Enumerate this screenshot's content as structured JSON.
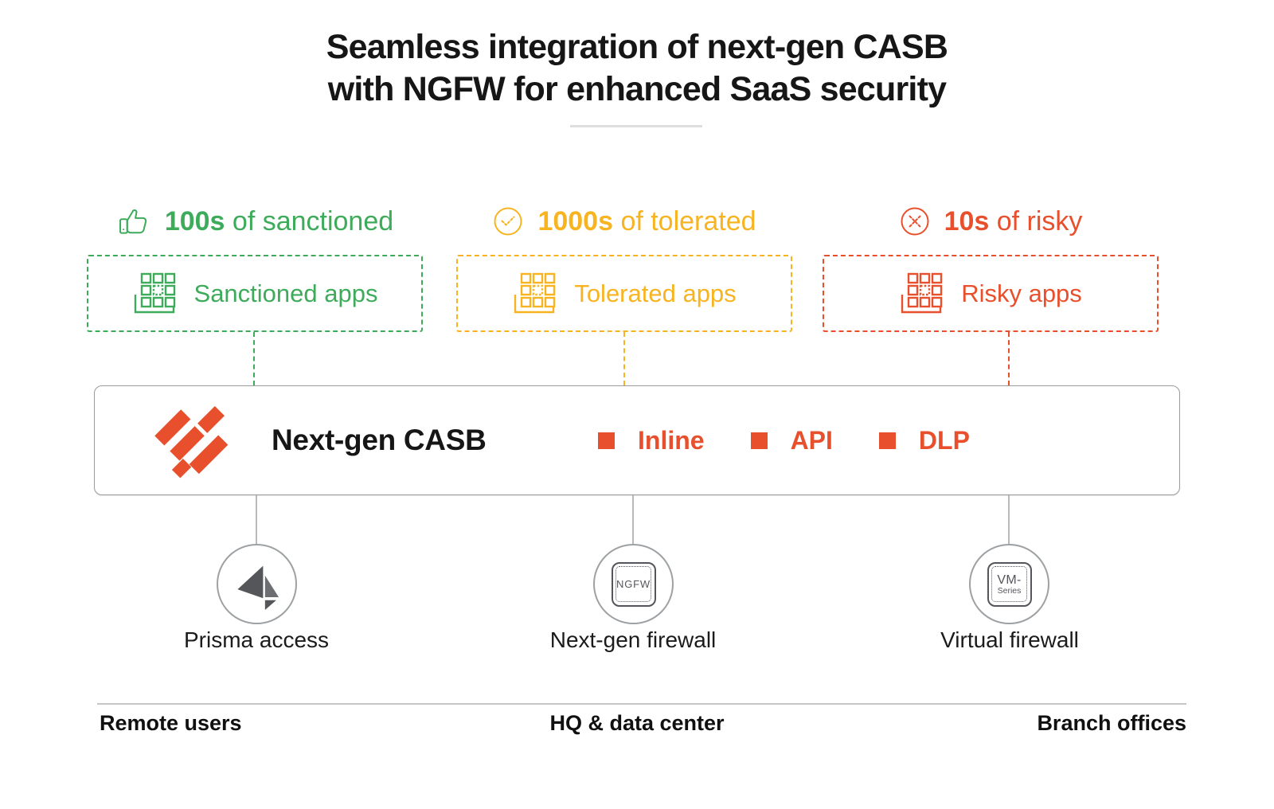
{
  "title": {
    "line1": "Seamless integration of next-gen CASB",
    "line2": "with NGFW for enhanced SaaS security"
  },
  "colors": {
    "green": "#3EAB5B",
    "amber": "#F7B420",
    "orange": "#E8502D",
    "dark": "#161616",
    "bordergray": "#9B9B9B",
    "nodegray": "#55565B"
  },
  "categories": [
    {
      "icon": "thumbs-up-icon",
      "count": "100s",
      "label": "of sanctioned",
      "box_label": "Sanctioned apps"
    },
    {
      "icon": "check-circle-icon",
      "count": "1000s",
      "label": "of tolerated",
      "box_label": "Tolerated apps"
    },
    {
      "icon": "cross-circle-icon",
      "count": "10s",
      "label": "of risky",
      "box_label": "Risky apps"
    }
  ],
  "casb_bar": {
    "logo": "palo-alto-networks-logo",
    "product_name": "Next-gen CASB",
    "features": [
      {
        "icon": "orange-square-bullet",
        "label": "Inline"
      },
      {
        "icon": "orange-square-bullet",
        "label": "API"
      },
      {
        "icon": "orange-square-bullet",
        "label": "DLP"
      }
    ]
  },
  "nodes": [
    {
      "icon": "prisma-access-icon",
      "label": "Prisma access"
    },
    {
      "icon": "ngfw-chip-icon",
      "chip_text": "NGFW",
      "label": "Next-gen firewall"
    },
    {
      "icon": "vm-series-chip-icon",
      "chip_line1": "VM-",
      "chip_line2": "Series",
      "label": "Virtual firewall"
    }
  ],
  "footer": {
    "left": "Remote users",
    "center": "HQ & data center",
    "right": "Branch offices"
  }
}
